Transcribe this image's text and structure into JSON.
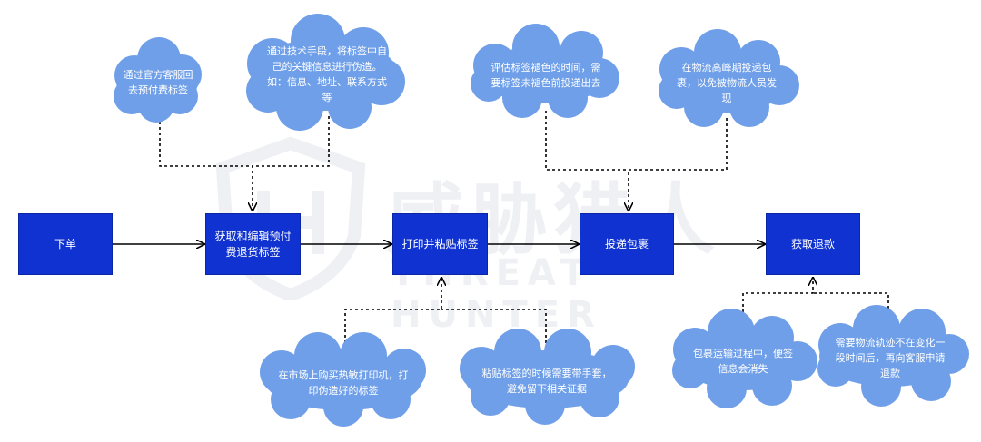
{
  "steps": [
    {
      "label": "下单"
    },
    {
      "label": "获取和编辑预付费退货标签"
    },
    {
      "label": "打印并粘贴标签"
    },
    {
      "label": "投递包裹"
    },
    {
      "label": "获取退款"
    }
  ],
  "clouds": [
    {
      "text": "通过官方客服回去预付费标签"
    },
    {
      "text": "通过技术手段，将标签中自己的关键信息进行伪造。如：信息、地址、联系方式等"
    },
    {
      "text": "评估标签褪色的时间，需要标签未褪色前投递出去"
    },
    {
      "text": "在物流高峰期投递包裹，以免被物流人员发现"
    },
    {
      "text": "在市场上购买热敏打印机，打印伪造好的标签"
    },
    {
      "text": "粘贴标签的时候需要带手套，避免留下相关证据"
    },
    {
      "text": "包裹运输过程中，便签信息会消失"
    },
    {
      "text": "需要物流轨迹不在变化一段时间后，再向客服申请退款"
    }
  ],
  "watermark": {
    "cn": "威胁猎人",
    "en": "THREAT HUNTER"
  },
  "colors": {
    "box": "#0f32d0",
    "cloud": "#6f9fe8",
    "line": "#000000"
  }
}
